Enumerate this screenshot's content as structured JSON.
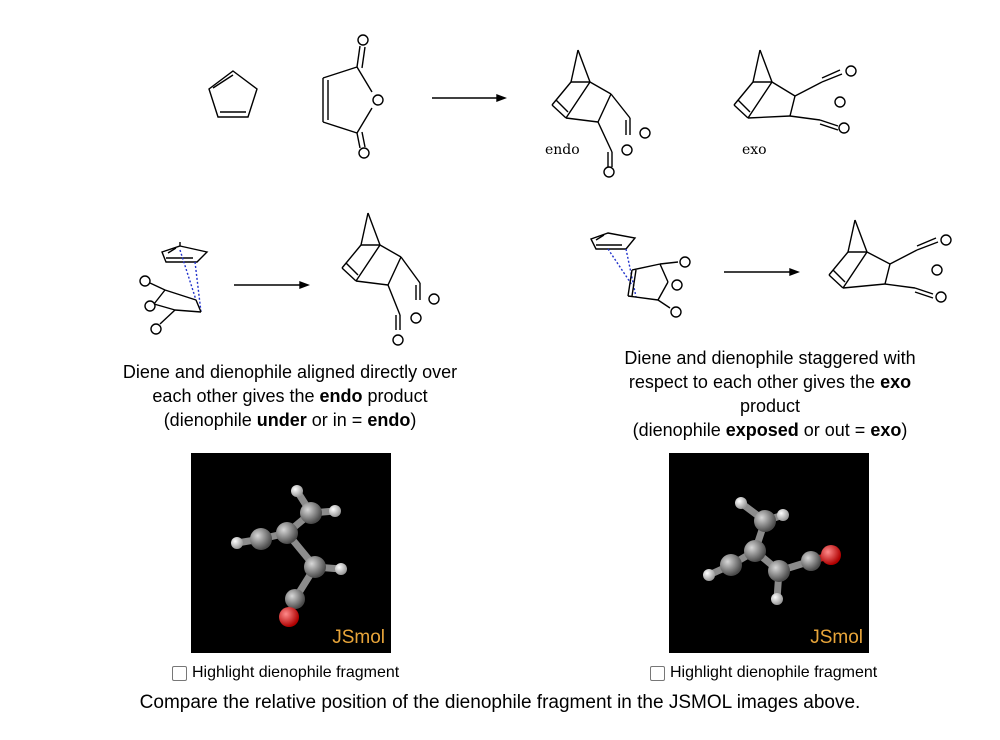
{
  "top_scheme": {
    "label_endo": "endo",
    "label_exo": "exo"
  },
  "left_panel": {
    "caption_line1": "Diene and dienophile aligned directly over",
    "caption_line2_pre": "each other gives the ",
    "caption_line2_bold": "endo",
    "caption_line2_post": " product",
    "caption_line3_pre": "(dienophile ",
    "caption_line3_bold1": "under",
    "caption_line3_mid": " or in = ",
    "caption_line3_bold2": "endo",
    "caption_line3_post": ")",
    "viewer_label": "JSmol",
    "checkbox_label": "Highlight dienophile fragment"
  },
  "right_panel": {
    "caption_line1": "Diene and dienophile staggered with",
    "caption_line2_pre": "respect to each other gives the ",
    "caption_line2_bold": "exo",
    "caption_line3": "product",
    "caption_line4_pre": "(dienophile ",
    "caption_line4_bold1": "exposed",
    "caption_line4_mid": " or out  = ",
    "caption_line4_bold2": "exo",
    "caption_line4_post": ")",
    "viewer_label": "JSmol",
    "checkbox_label": "Highlight dienophile fragment"
  },
  "footer": "Compare the relative position of the dienophile fragment in the JSMOL images above.",
  "colors": {
    "jsmol_bg": "#000000",
    "jsmol_label": "#e8a53a",
    "oxygen": "#e01010",
    "carbon": "#8a8a8a",
    "hydrogen": "#f0f0f0"
  }
}
